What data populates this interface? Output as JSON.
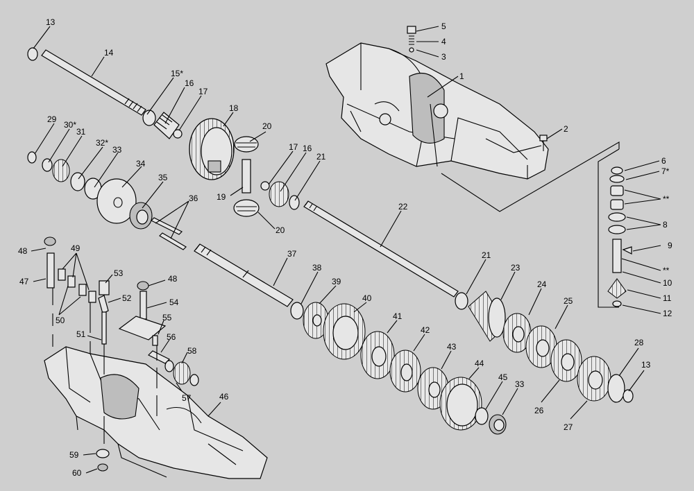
{
  "callouts": {
    "c13a": "13",
    "c14": "14",
    "c15": "15*",
    "c16a": "16",
    "c17a": "17",
    "c18": "18",
    "c20a": "20",
    "c17b": "17",
    "c16b": "16",
    "c21a": "21",
    "c29": "29",
    "c30": "30*",
    "c31": "31",
    "c32": "32*",
    "c33a": "33",
    "c34": "34",
    "c35": "35",
    "c19": "19",
    "c20b": "20",
    "c36": "36",
    "c22": "22",
    "c5": "5",
    "c4": "4",
    "c3": "3",
    "c1": "1",
    "c2": "2",
    "c6": "6",
    "c7": "7*",
    "cstar1": "**",
    "c8": "8",
    "c9": "9",
    "cstar2": "**",
    "c10": "10",
    "c11": "11",
    "c12": "12",
    "c48a": "48",
    "c49": "49",
    "c47": "47",
    "c53": "53",
    "c52": "52",
    "c50": "50",
    "c48b": "48",
    "c54": "54",
    "c55": "55",
    "c51": "51",
    "c56": "56",
    "c58": "58",
    "c57": "57",
    "c46": "46",
    "c59": "59",
    "c60": "60",
    "c37": "37",
    "c38": "38",
    "c39": "39",
    "c40": "40",
    "c41": "41",
    "c42": "42",
    "c43": "43",
    "c44": "44",
    "c45": "45",
    "c33b": "33",
    "c21b": "21",
    "c23": "23",
    "c24": "24",
    "c25": "25",
    "c26": "26",
    "c27": "27",
    "c28": "28",
    "c13b": "13"
  }
}
